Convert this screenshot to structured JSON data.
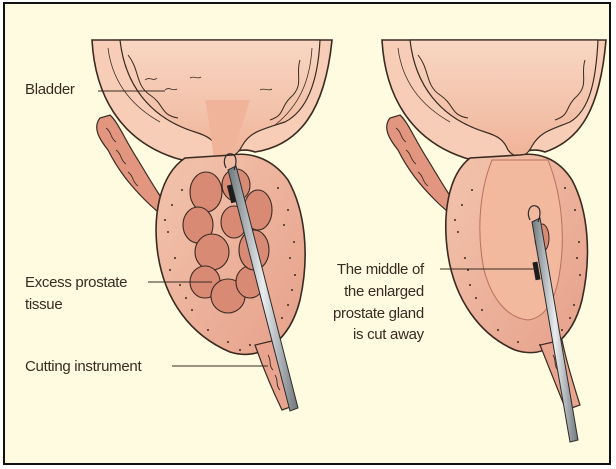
{
  "labels": {
    "bladder": "Bladder",
    "excess_line1": "Excess prostate",
    "excess_line2": "tissue",
    "cutting": "Cutting instrument",
    "middle_line1": "The middle of",
    "middle_line2": "the enlarged",
    "middle_line3": "prostate gland",
    "middle_line4": "is cut away"
  },
  "colors": {
    "background": "#fefbe0",
    "bladder_tissue": "#f2b99f",
    "prostate_capsule": "#e8a48f",
    "prostate_lobes": "#d98a75",
    "instrument": "#8e9498",
    "outline": "#3a2a20"
  }
}
